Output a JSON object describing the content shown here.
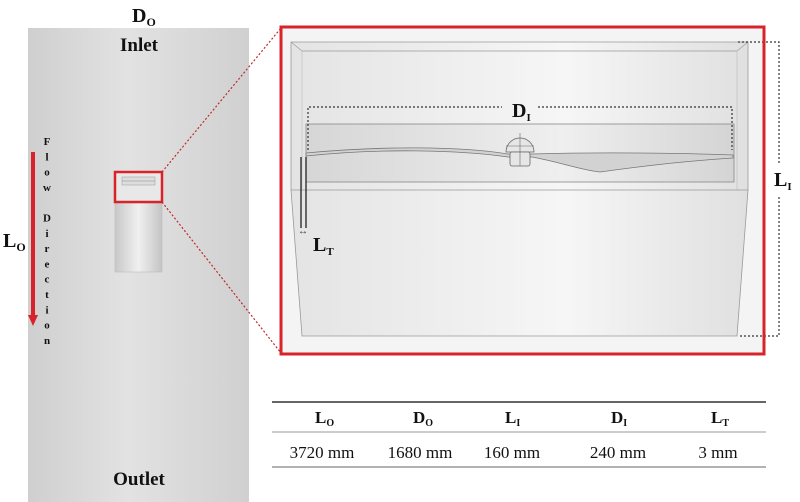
{
  "labels": {
    "d_o": {
      "main": "D",
      "sub": "O"
    },
    "inlet": "Inlet",
    "outlet": "Outlet",
    "l_o": {
      "main": "L",
      "sub": "O"
    },
    "flow_direction": [
      "F",
      "l",
      "o",
      "w",
      "",
      "D",
      "i",
      "r",
      "e",
      "c",
      "t",
      "i",
      "o",
      "n"
    ],
    "d_i": {
      "main": "D",
      "sub": "I"
    },
    "l_i": {
      "main": "L",
      "sub": "I"
    },
    "l_t": {
      "main": "L",
      "sub": "T"
    }
  },
  "table": {
    "headers": [
      {
        "main": "L",
        "sub": "O"
      },
      {
        "main": "D",
        "sub": "O"
      },
      {
        "main": "L",
        "sub": "I"
      },
      {
        "main": "D",
        "sub": "I"
      },
      {
        "main": "L",
        "sub": "T"
      }
    ],
    "values": [
      "3720 mm",
      "1680 mm",
      "160 mm",
      "240 mm",
      "3 mm"
    ]
  },
  "colors": {
    "highlight": "#d9232a",
    "tank": "#d8d8d8"
  }
}
